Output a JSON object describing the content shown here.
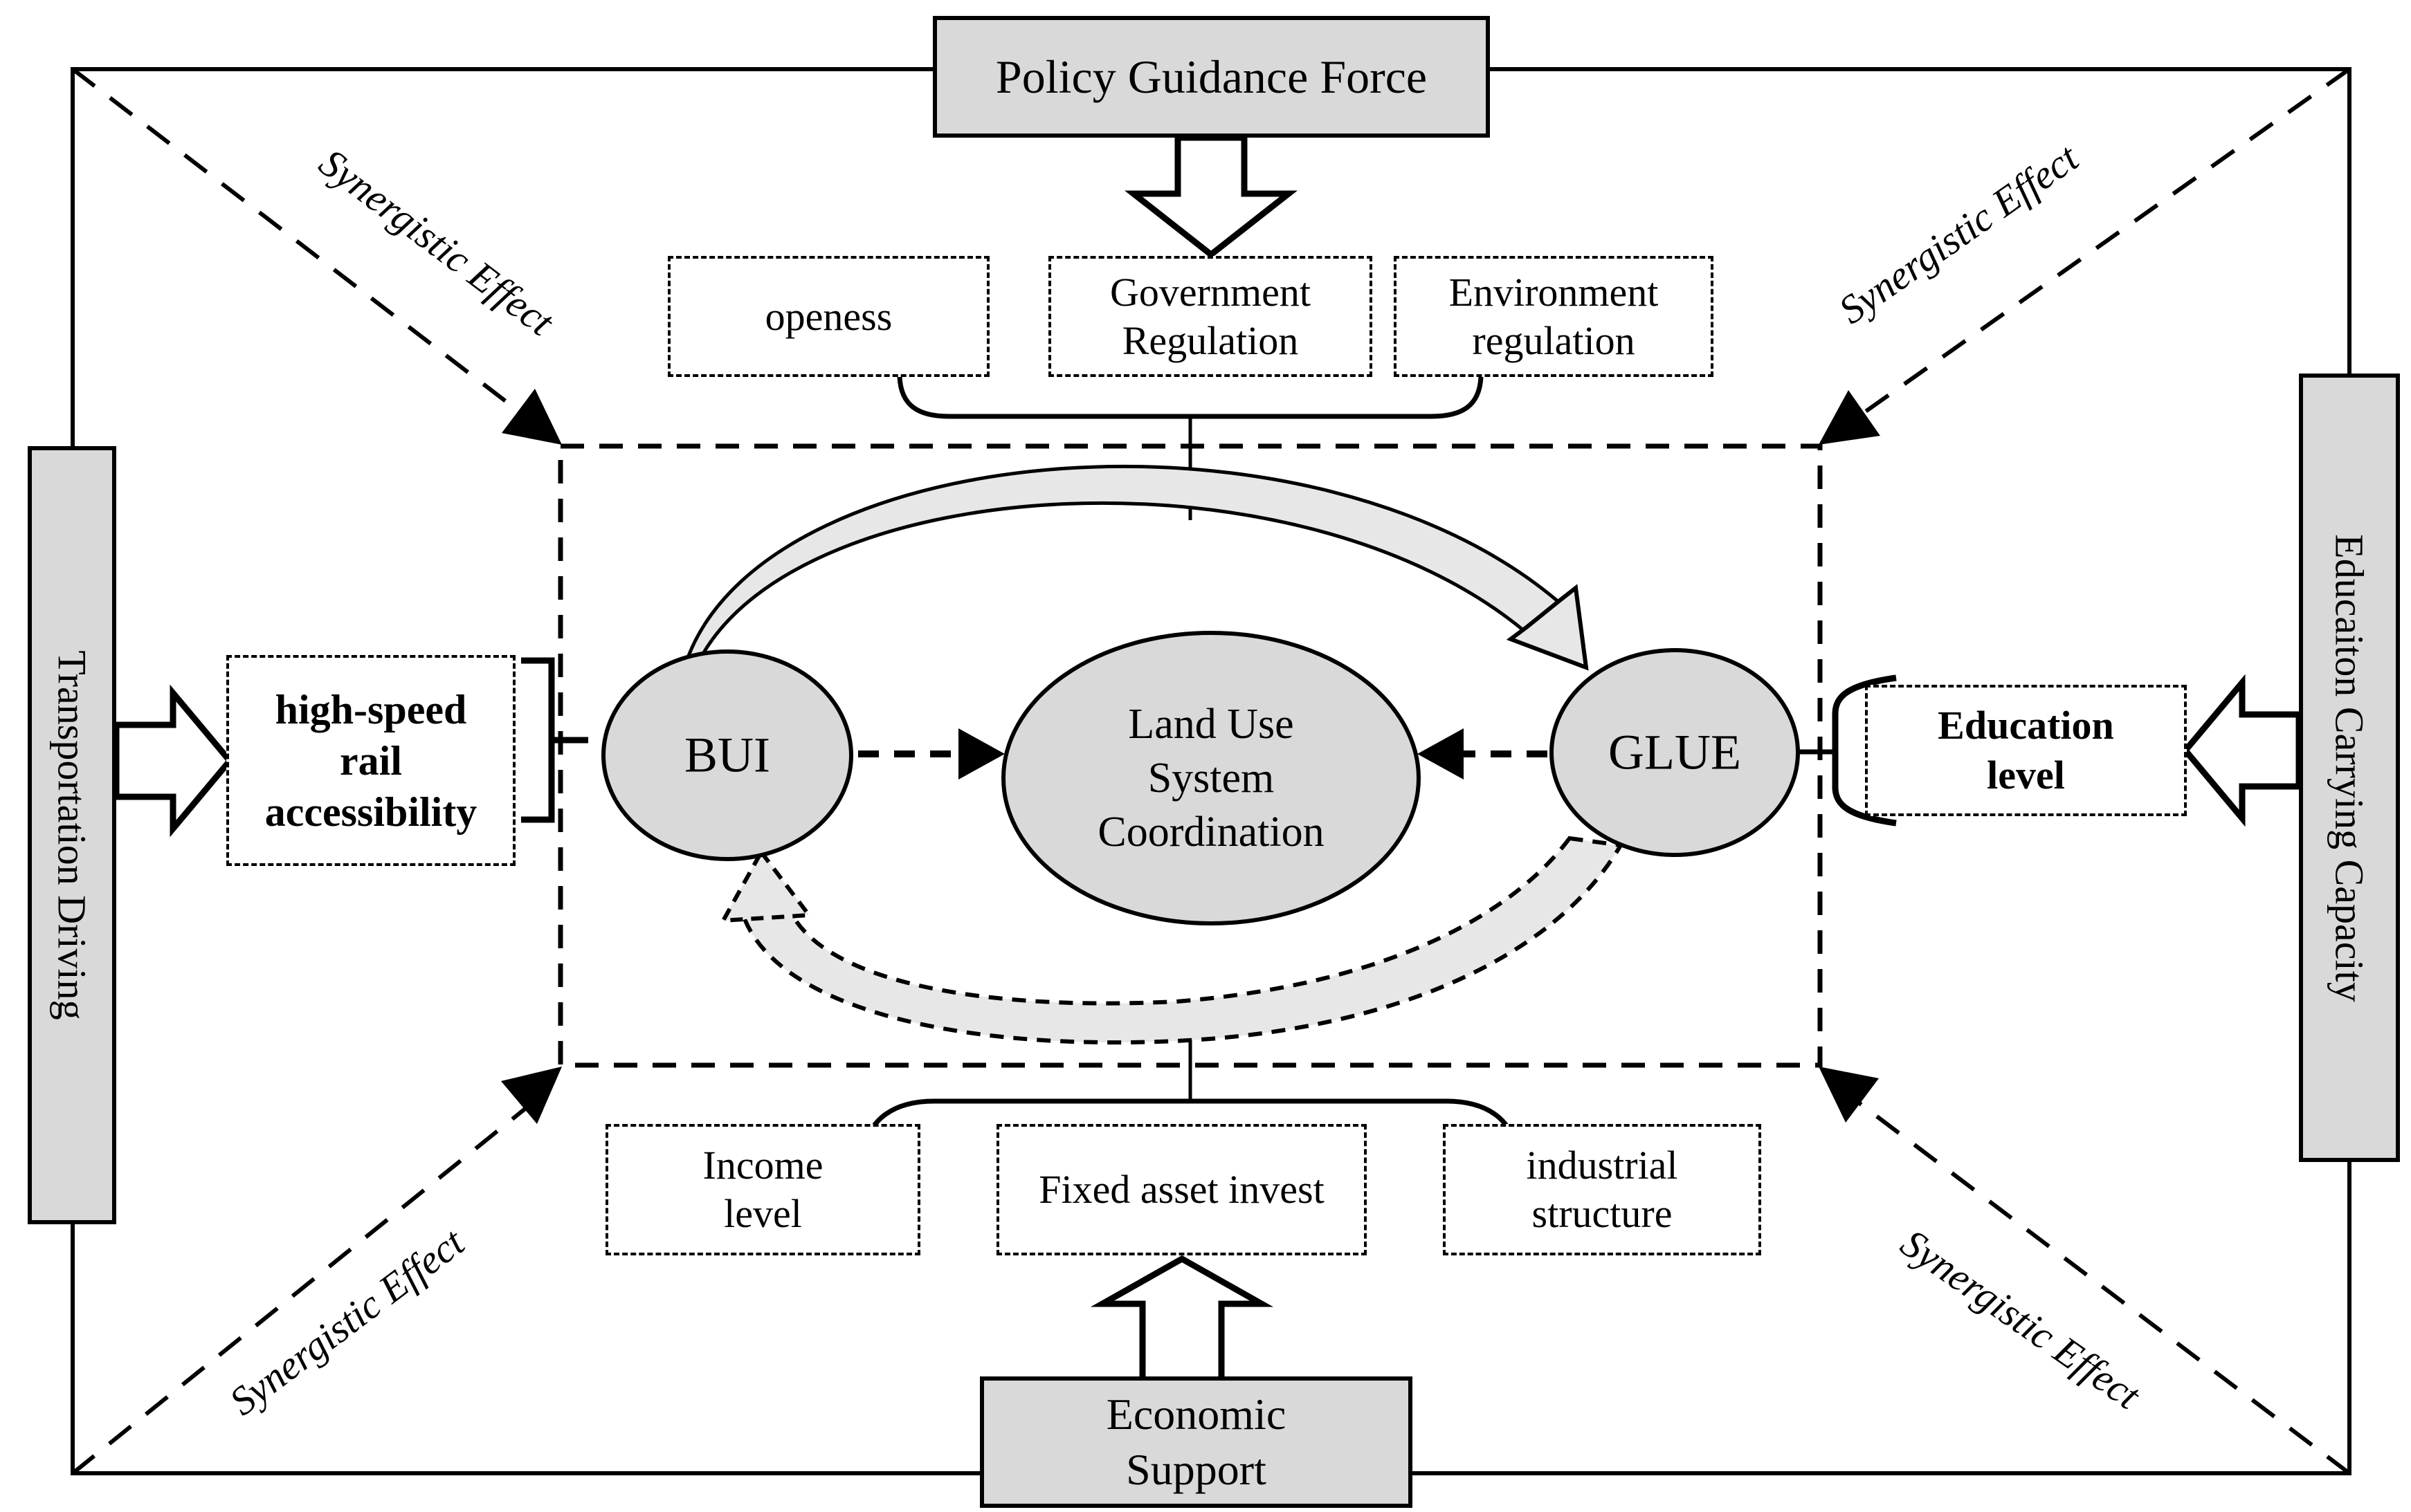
{
  "colors": {
    "box_fill": "#d9d9d9",
    "band_fill": "#e7e7e7",
    "line": "#000000",
    "background": "#ffffff"
  },
  "drivers": {
    "top": {
      "label": "Policy Guidance Force"
    },
    "bottom": {
      "lines": [
        "Economic",
        "Support"
      ]
    },
    "left": {
      "label": "Transportation Driving"
    },
    "right": {
      "label": "Educaiton Carrying Capacity"
    }
  },
  "core": {
    "bui": "BUI",
    "glue": "GLUE",
    "land_use": {
      "lines": [
        "Land Use",
        "System",
        "Coordination"
      ]
    }
  },
  "factors": {
    "top": [
      {
        "lines": [
          "openess"
        ]
      },
      {
        "lines": [
          "Government",
          "Regulation"
        ]
      },
      {
        "lines": [
          "Environment",
          "regulation"
        ]
      }
    ],
    "left": {
      "lines": [
        "high-speed",
        "rail",
        "accessibility"
      ]
    },
    "right": {
      "lines": [
        "Education",
        "level"
      ]
    },
    "bottom": [
      {
        "lines": [
          "Income",
          "level"
        ]
      },
      {
        "lines": [
          "Fixed asset invest"
        ]
      },
      {
        "lines": [
          "industrial",
          "structure"
        ]
      }
    ]
  },
  "synergy": {
    "top_left": "Synergistic Effect",
    "top_right": "Synergistic Effect",
    "bottom_left": "Synergistic Effect",
    "bottom_right": "Synergistic Effect"
  }
}
